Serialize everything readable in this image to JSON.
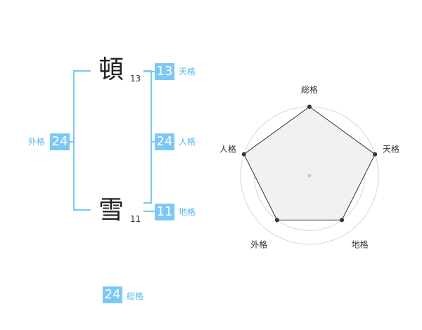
{
  "name": {
    "chars": [
      {
        "char": "頓",
        "strokes": "13"
      },
      {
        "char": "雪",
        "strokes": "11"
      }
    ]
  },
  "kaku": {
    "tenkaku": {
      "value": "13",
      "label": "天格"
    },
    "jinkaku": {
      "value": "24",
      "label": "人格"
    },
    "chikaku": {
      "value": "11",
      "label": "地格"
    },
    "gaikaku": {
      "value": "24",
      "label": "外格"
    },
    "soukaku": {
      "value": "24",
      "label": "総格"
    }
  },
  "chart_data": {
    "type": "radar",
    "categories": [
      "総格",
      "天格",
      "地格",
      "外格",
      "人格"
    ],
    "values": [
      5,
      5,
      4,
      4,
      5
    ],
    "rmax": 5,
    "rings": 5
  }
}
